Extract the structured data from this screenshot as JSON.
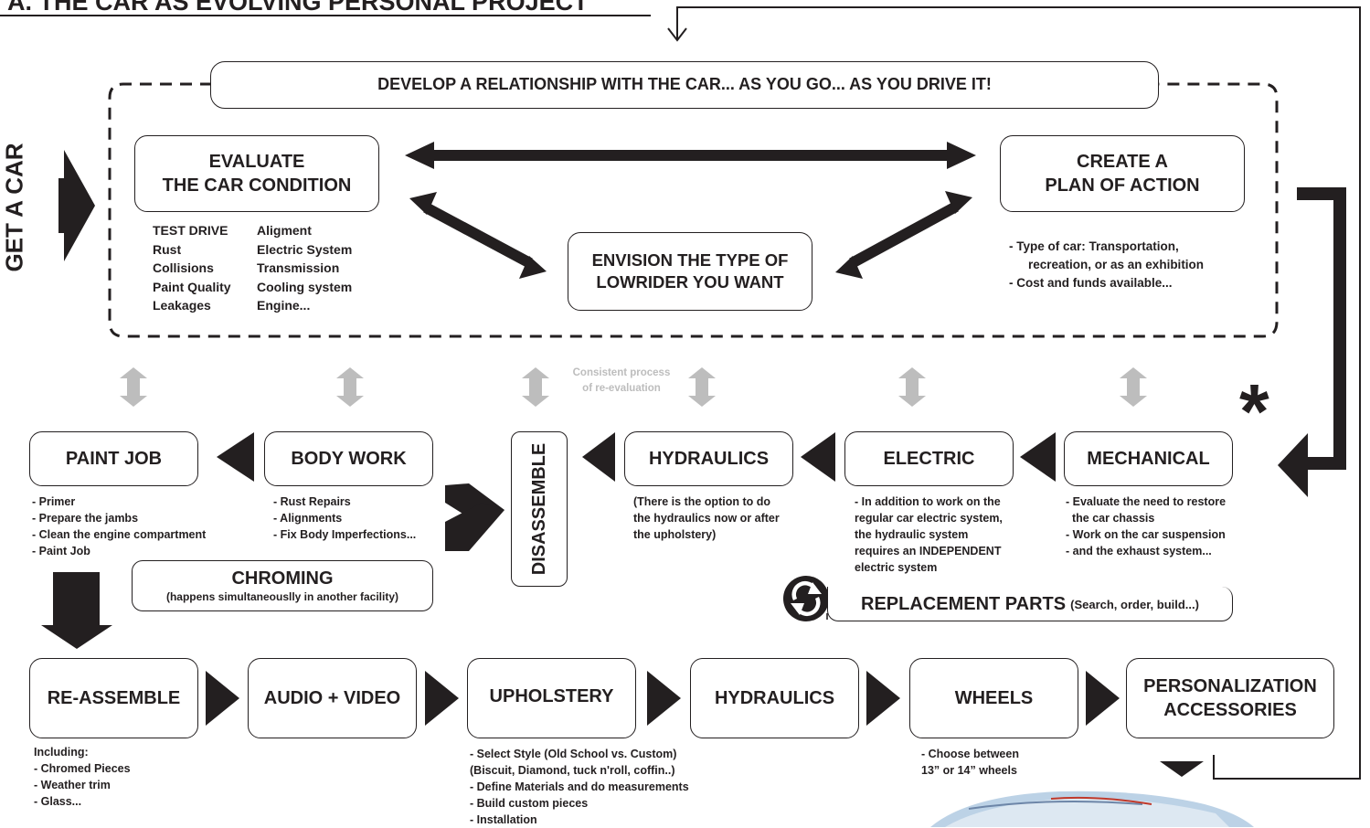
{
  "title": "A. THE CAR AS EVOLVING PERSONAL PROJECT",
  "side_label": "GET A CAR",
  "cycle": {
    "banner": "DEVELOP A RELATIONSHIP WITH THE CAR... AS YOU GO... AS YOU DRIVE IT!",
    "evaluate": {
      "line1": "EVALUATE",
      "line2": "THE CAR CONDITION"
    },
    "evaluate_checks_col1": [
      "TEST DRIVE",
      "Rust",
      "Collisions",
      "Paint Quality",
      "Leakages"
    ],
    "evaluate_checks_col2": [
      "Aligment",
      "Electric System",
      "Transmission",
      "Cooling system",
      "Engine..."
    ],
    "plan": {
      "line1": "CREATE A",
      "line2": "PLAN OF ACTION"
    },
    "plan_notes": [
      "- Type of car: Transportation,",
      "recreation, or as an exhibition",
      "- Cost and funds available..."
    ],
    "envision": {
      "line1": "ENVISION THE TYPE OF",
      "line2": "LOWRIDER YOU WANT"
    }
  },
  "reevaluation": {
    "line1": "Consistent process",
    "line2": "of re-evaluation"
  },
  "asterisk": "*",
  "row1": {
    "paint_job": {
      "label": "PAINT JOB",
      "notes": [
        "- Primer",
        "- Prepare the jambs",
        "- Clean the engine compartment",
        "- Paint Job"
      ]
    },
    "body_work": {
      "label": "BODY WORK",
      "notes": [
        "- Rust Repairs",
        "- Alignments",
        "- Fix Body Imperfections..."
      ]
    },
    "disassemble": {
      "label": "DISASSEMBLE"
    },
    "hydraulics": {
      "label": "HYDRAULICS",
      "notes": [
        "(There is the option to do",
        "the hydraulics now or after",
        "the upholstery)"
      ]
    },
    "electric": {
      "label": "ELECTRIC",
      "notes": [
        "- In addition to work on the",
        "regular car electric system,",
        "the hydraulic system",
        "requires an INDEPENDENT",
        "electric system"
      ]
    },
    "mechanical": {
      "label": "MECHANICAL",
      "notes": [
        "- Evaluate the need to restore",
        "the car chassis",
        "- Work on the car suspension",
        "- and the exhaust system..."
      ]
    },
    "chroming": {
      "label": "CHROMING",
      "sub": "(happens simultaneouslly in another facility)"
    },
    "replacement": {
      "label": "REPLACEMENT PARTS",
      "sub": "(Search, order, build...)"
    }
  },
  "row2": {
    "reassemble": {
      "label": "RE-ASSEMBLE",
      "notes": [
        "Including:",
        "- Chromed Pieces",
        "- Weather trim",
        "- Glass..."
      ]
    },
    "audio_video": {
      "label": "AUDIO + VIDEO"
    },
    "upholstery": {
      "label": "UPHOLSTERY",
      "notes": [
        "- Select Style (Old School vs. Custom)",
        "(Biscuit, Diamond, tuck n'roll, coffin..)",
        "- Define Materials and do measurements",
        "- Build custom pieces",
        "- Installation"
      ]
    },
    "hydraulics": {
      "label": "HYDRAULICS"
    },
    "wheels": {
      "label": "WHEELS",
      "notes": [
        "- Choose between",
        "13” or 14” wheels"
      ]
    },
    "personalization": {
      "line1": "PERSONALIZATION",
      "line2": "ACCESSORIES"
    }
  },
  "colors": {
    "ink": "#231f20",
    "grey_arrow": "#bdbdbd"
  }
}
